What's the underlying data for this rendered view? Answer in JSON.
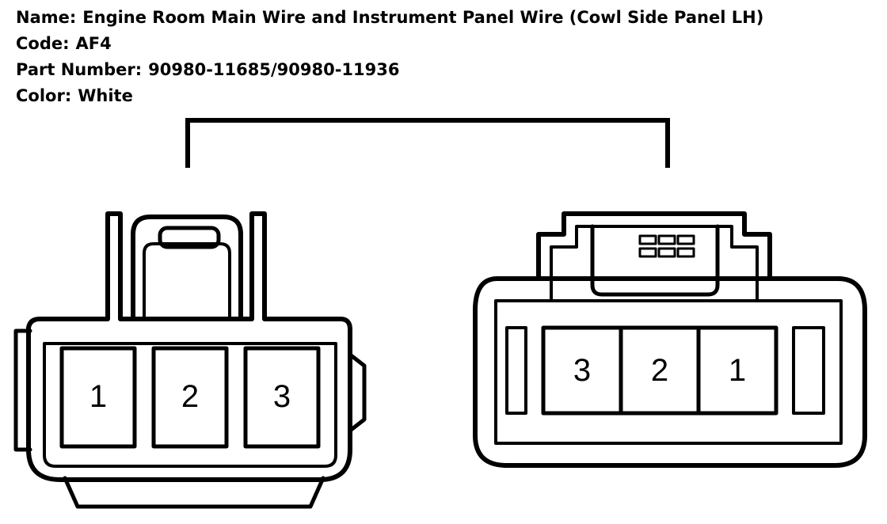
{
  "info": {
    "name_label": "Name:",
    "name_value": "Engine Room Main Wire and Instrument Panel Wire (Cowl Side Panel LH)",
    "code_label": "Code:",
    "code_value": "AF4",
    "part_label": "Part Number:",
    "part_value": "90980-11685/90980-11936",
    "color_label": "Color:",
    "color_value": "White"
  },
  "connectors": {
    "left": {
      "pins": [
        "1",
        "2",
        "3"
      ]
    },
    "right": {
      "pins": [
        "3",
        "2",
        "1"
      ]
    }
  }
}
